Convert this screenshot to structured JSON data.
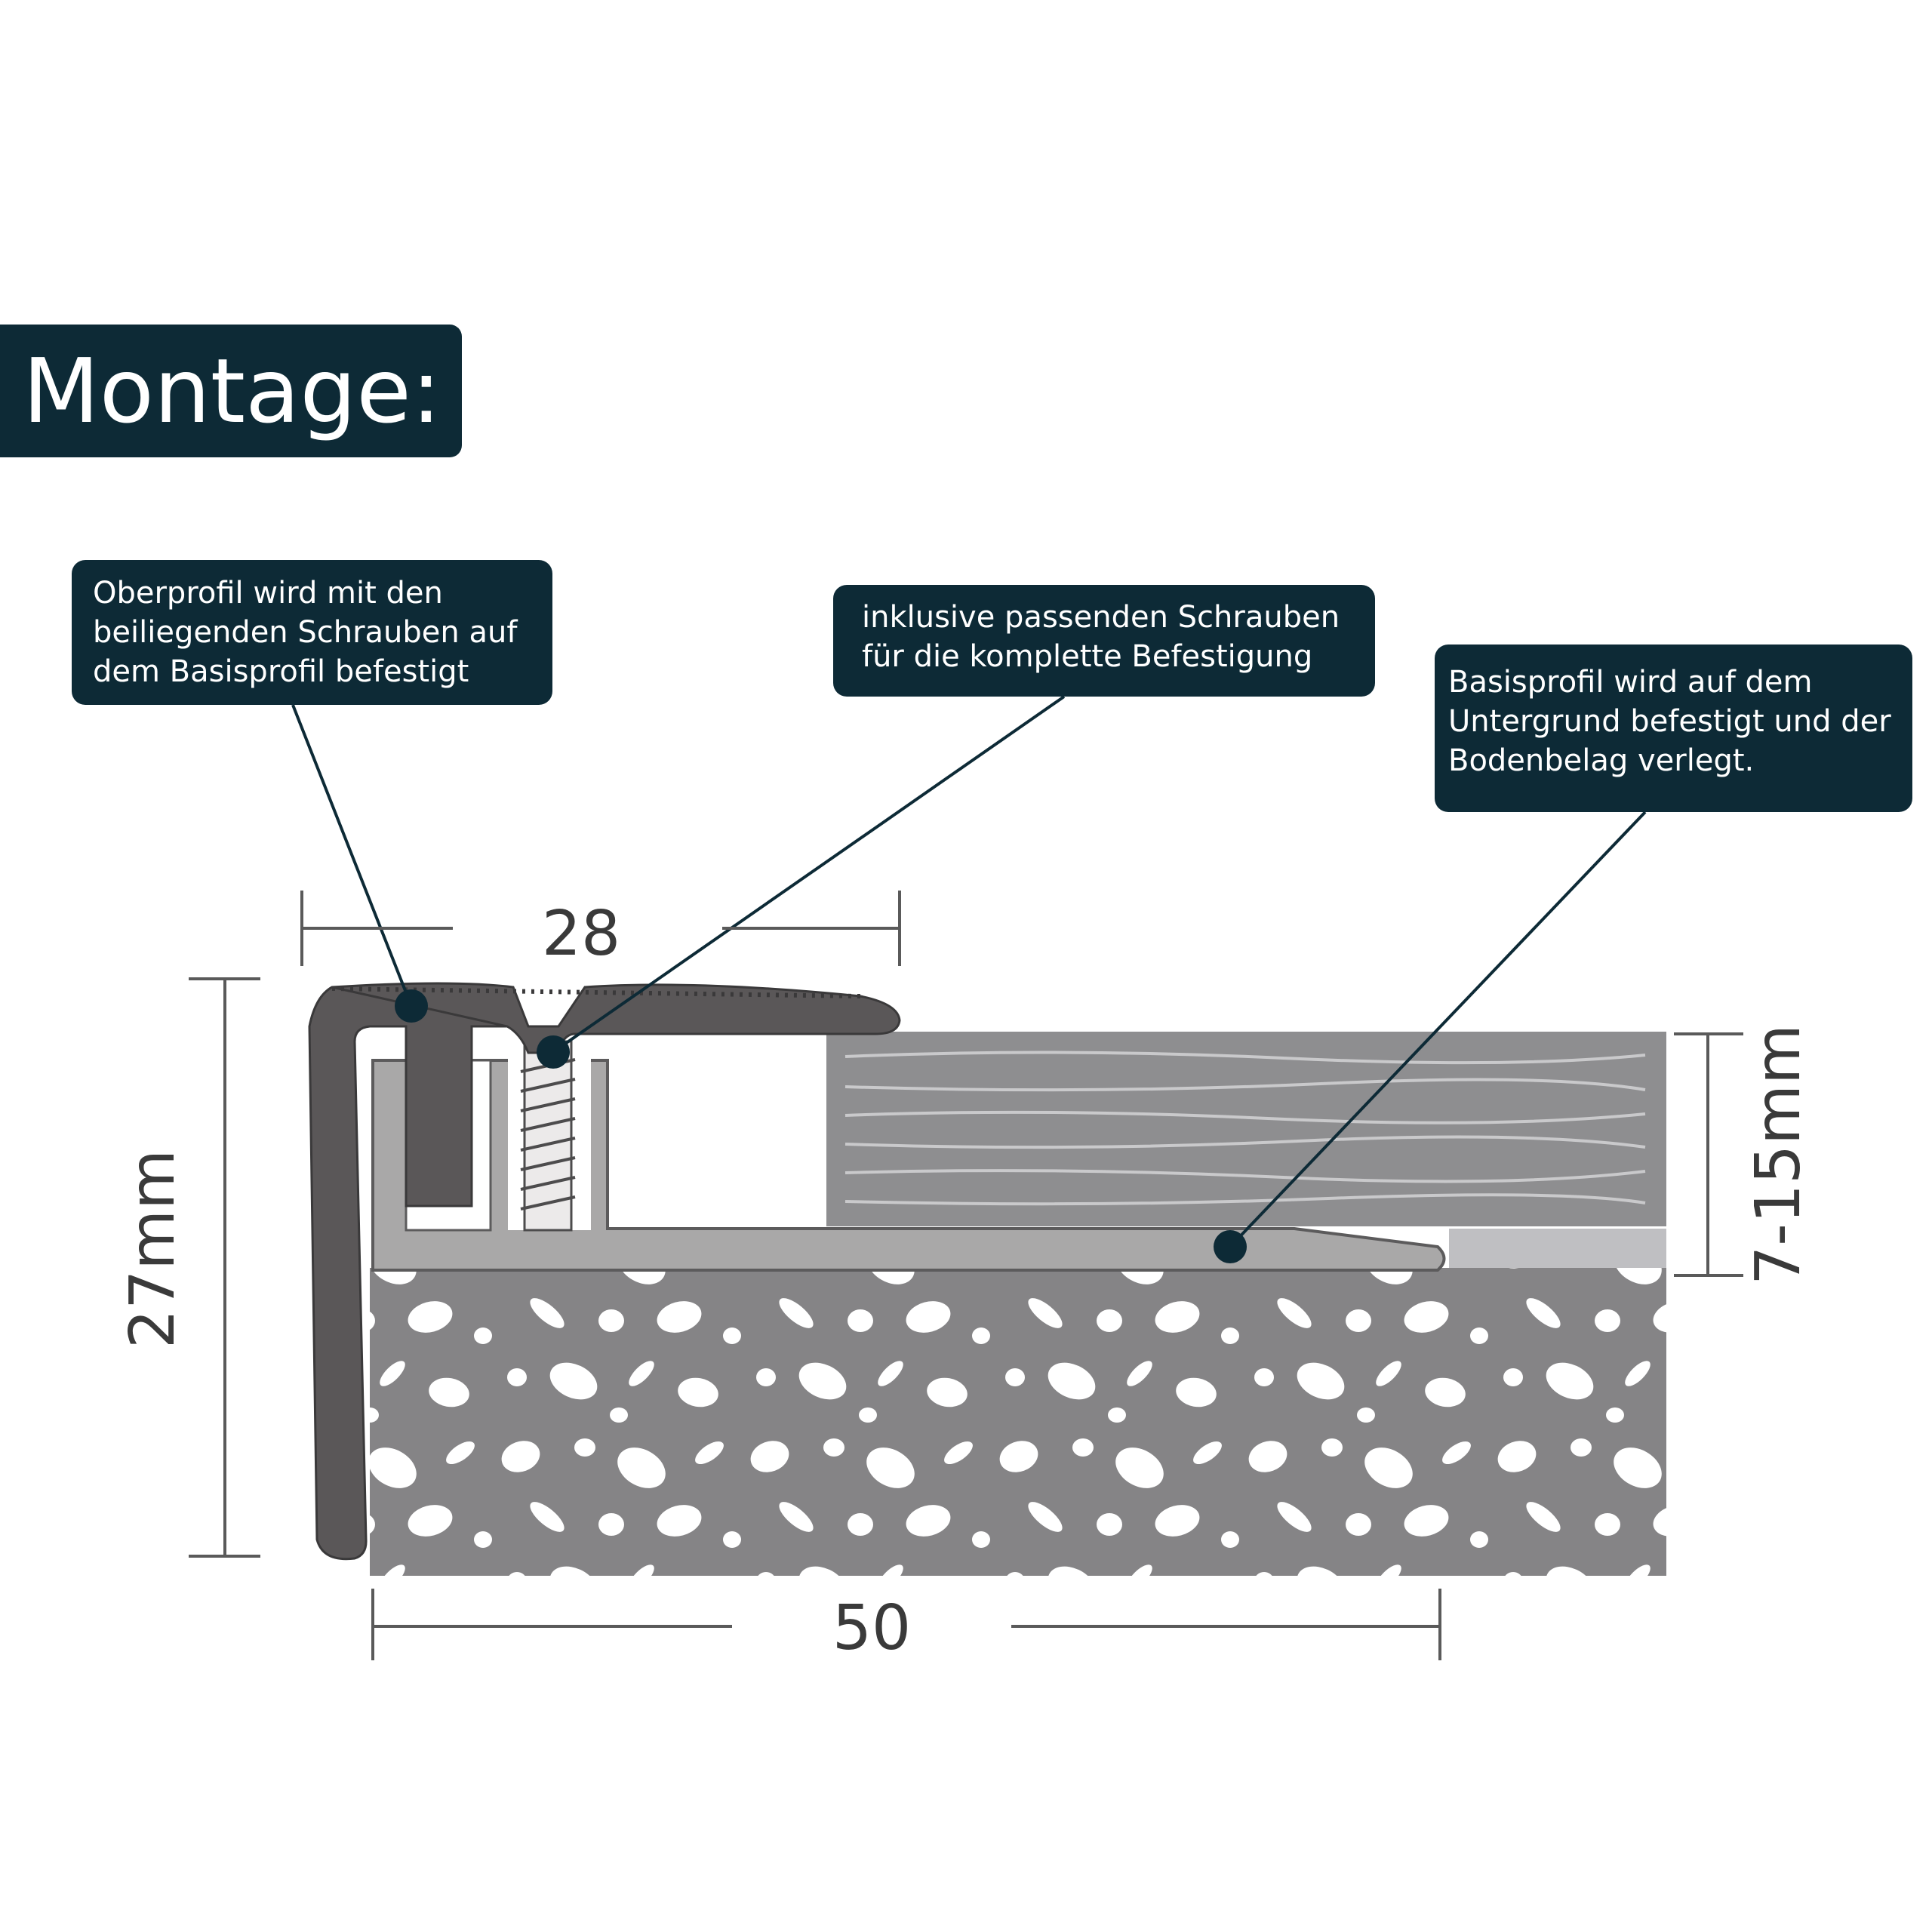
{
  "title": "Montage:",
  "callouts": [
    {
      "lines": [
        "Oberprofil wird mit den",
        "beiliegenden Schrauben auf",
        "dem Basisprofil befestigt"
      ]
    },
    {
      "lines": [
        "inklusive passenden Schrauben",
        "für die komplette Befestigung"
      ]
    },
    {
      "lines": [
        "Basisprofil wird auf dem",
        "Untergrund befestigt und der",
        "Bodenbelag verlegt."
      ]
    }
  ],
  "dimensions": {
    "top_width": "28",
    "height": "27mm",
    "base_width": "50",
    "flooring_thickness": "7-15mm"
  },
  "colors": {
    "callout_bg": "#0d2a36",
    "profile_dark": "#5a5758",
    "profile_base": "#a9a8a8",
    "concrete": "#858486",
    "wood": "#8e8e90"
  }
}
